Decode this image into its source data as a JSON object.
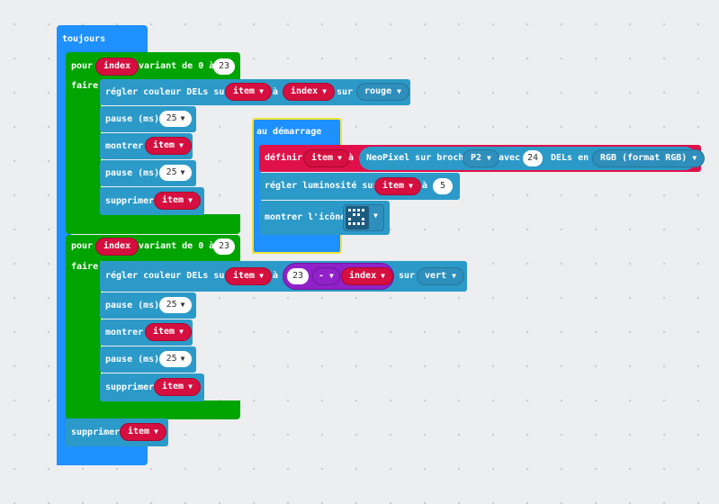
{
  "forever": {
    "label": "toujours",
    "loop1": {
      "for_label": "pour",
      "var": "index",
      "range_label": "variant de 0 à",
      "end": "23",
      "do_label": "faire",
      "set_color": {
        "label": "régler couleur DELs sur",
        "strip": "item",
        "at": "à",
        "index": "index",
        "on": "sur",
        "color": "rouge"
      },
      "pause1": {
        "label": "pause (ms)",
        "value": "25"
      },
      "show": {
        "label": "montrer",
        "var": "item"
      },
      "pause2": {
        "label": "pause (ms)",
        "value": "25"
      },
      "clear": {
        "label": "supprimer",
        "var": "item"
      }
    },
    "loop2": {
      "for_label": "pour",
      "var": "index",
      "range_label": "variant de 0 à",
      "end": "23",
      "do_label": "faire",
      "set_color": {
        "label": "régler couleur DELs sur",
        "strip": "item",
        "at": "à",
        "left": "23",
        "op": "-",
        "index": "index",
        "on": "sur",
        "color": "vert"
      },
      "pause1": {
        "label": "pause (ms)",
        "value": "25"
      },
      "show": {
        "label": "montrer",
        "var": "item"
      },
      "pause2": {
        "label": "pause (ms)",
        "value": "25"
      },
      "clear": {
        "label": "supprimer",
        "var": "item"
      }
    },
    "clear_end": {
      "label": "supprimer",
      "var": "item"
    }
  },
  "on_start": {
    "label": "au démarrage",
    "define": {
      "label": "définir",
      "var": "item",
      "at": "à",
      "neopixel": "NeoPixel sur broche",
      "pin": "P2",
      "with": "avec",
      "count": "24",
      "leds": "DELs en",
      "mode": "RGB (format RGB)"
    },
    "brightness": {
      "label": "régler luminosité sur",
      "var": "item",
      "at": "à",
      "value": "5"
    },
    "show_icon": {
      "label": "montrer l'icône",
      "icon": "happy-face"
    }
  },
  "colors": {
    "loops": "#1e90ff",
    "control": "#00a400",
    "neopixel": "#2c9ac8",
    "variable": "#d50f3f",
    "selection": "#f2e33a"
  }
}
